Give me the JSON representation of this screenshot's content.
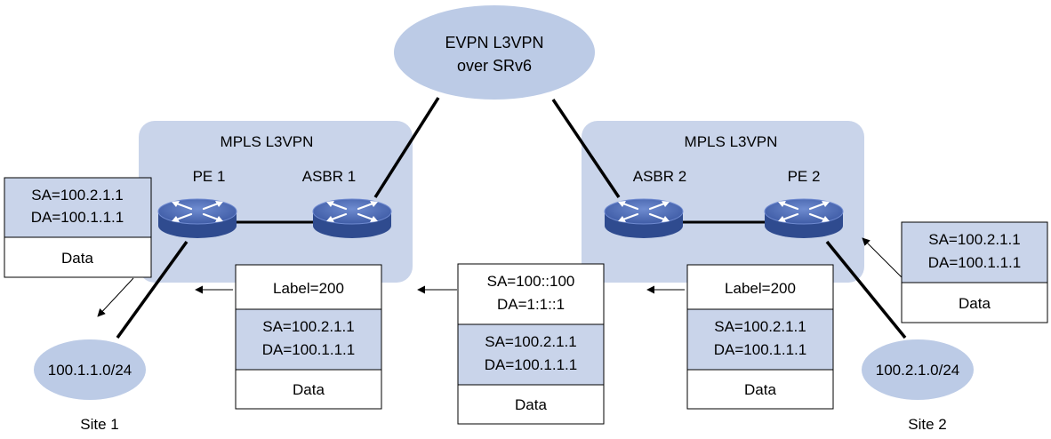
{
  "core": {
    "line1": "EVPN L3VPN",
    "line2": "over SRv6"
  },
  "left_domain": {
    "title": "MPLS L3VPN",
    "pe": "PE 1",
    "asbr": "ASBR 1"
  },
  "right_domain": {
    "title": "MPLS L3VPN",
    "pe": "PE 2",
    "asbr": "ASBR 2"
  },
  "sites": {
    "site1": {
      "prefix": "100.1.1.0/24",
      "label": "Site 1"
    },
    "site2": {
      "prefix": "100.2.1.0/24",
      "label": "Site 2"
    }
  },
  "packets": {
    "site1_packet": {
      "sa": "SA=100.2.1.1",
      "da": "DA=100.1.1.1",
      "data": "Data"
    },
    "left_mpls_packet": {
      "label": "Label=200",
      "sa": "SA=100.2.1.1",
      "da": "DA=100.1.1.1",
      "data": "Data"
    },
    "srv6_packet": {
      "outer_sa": "SA=100::100",
      "outer_da": "DA=1:1::1",
      "sa": "SA=100.2.1.1",
      "da": "DA=100.1.1.1",
      "data": "Data"
    },
    "right_mpls_packet": {
      "label": "Label=200",
      "sa": "SA=100.2.1.1",
      "da": "DA=100.1.1.1",
      "data": "Data"
    },
    "site2_packet": {
      "sa": "SA=100.2.1.1",
      "da": "DA=100.1.1.1",
      "data": "Data"
    }
  },
  "colors": {
    "domain_fill": "#c9d4ea",
    "cloud_fill": "#bccbe6",
    "router_top": "#4d6ab1",
    "router_side": "#2f4b8f",
    "line": "#000000"
  }
}
